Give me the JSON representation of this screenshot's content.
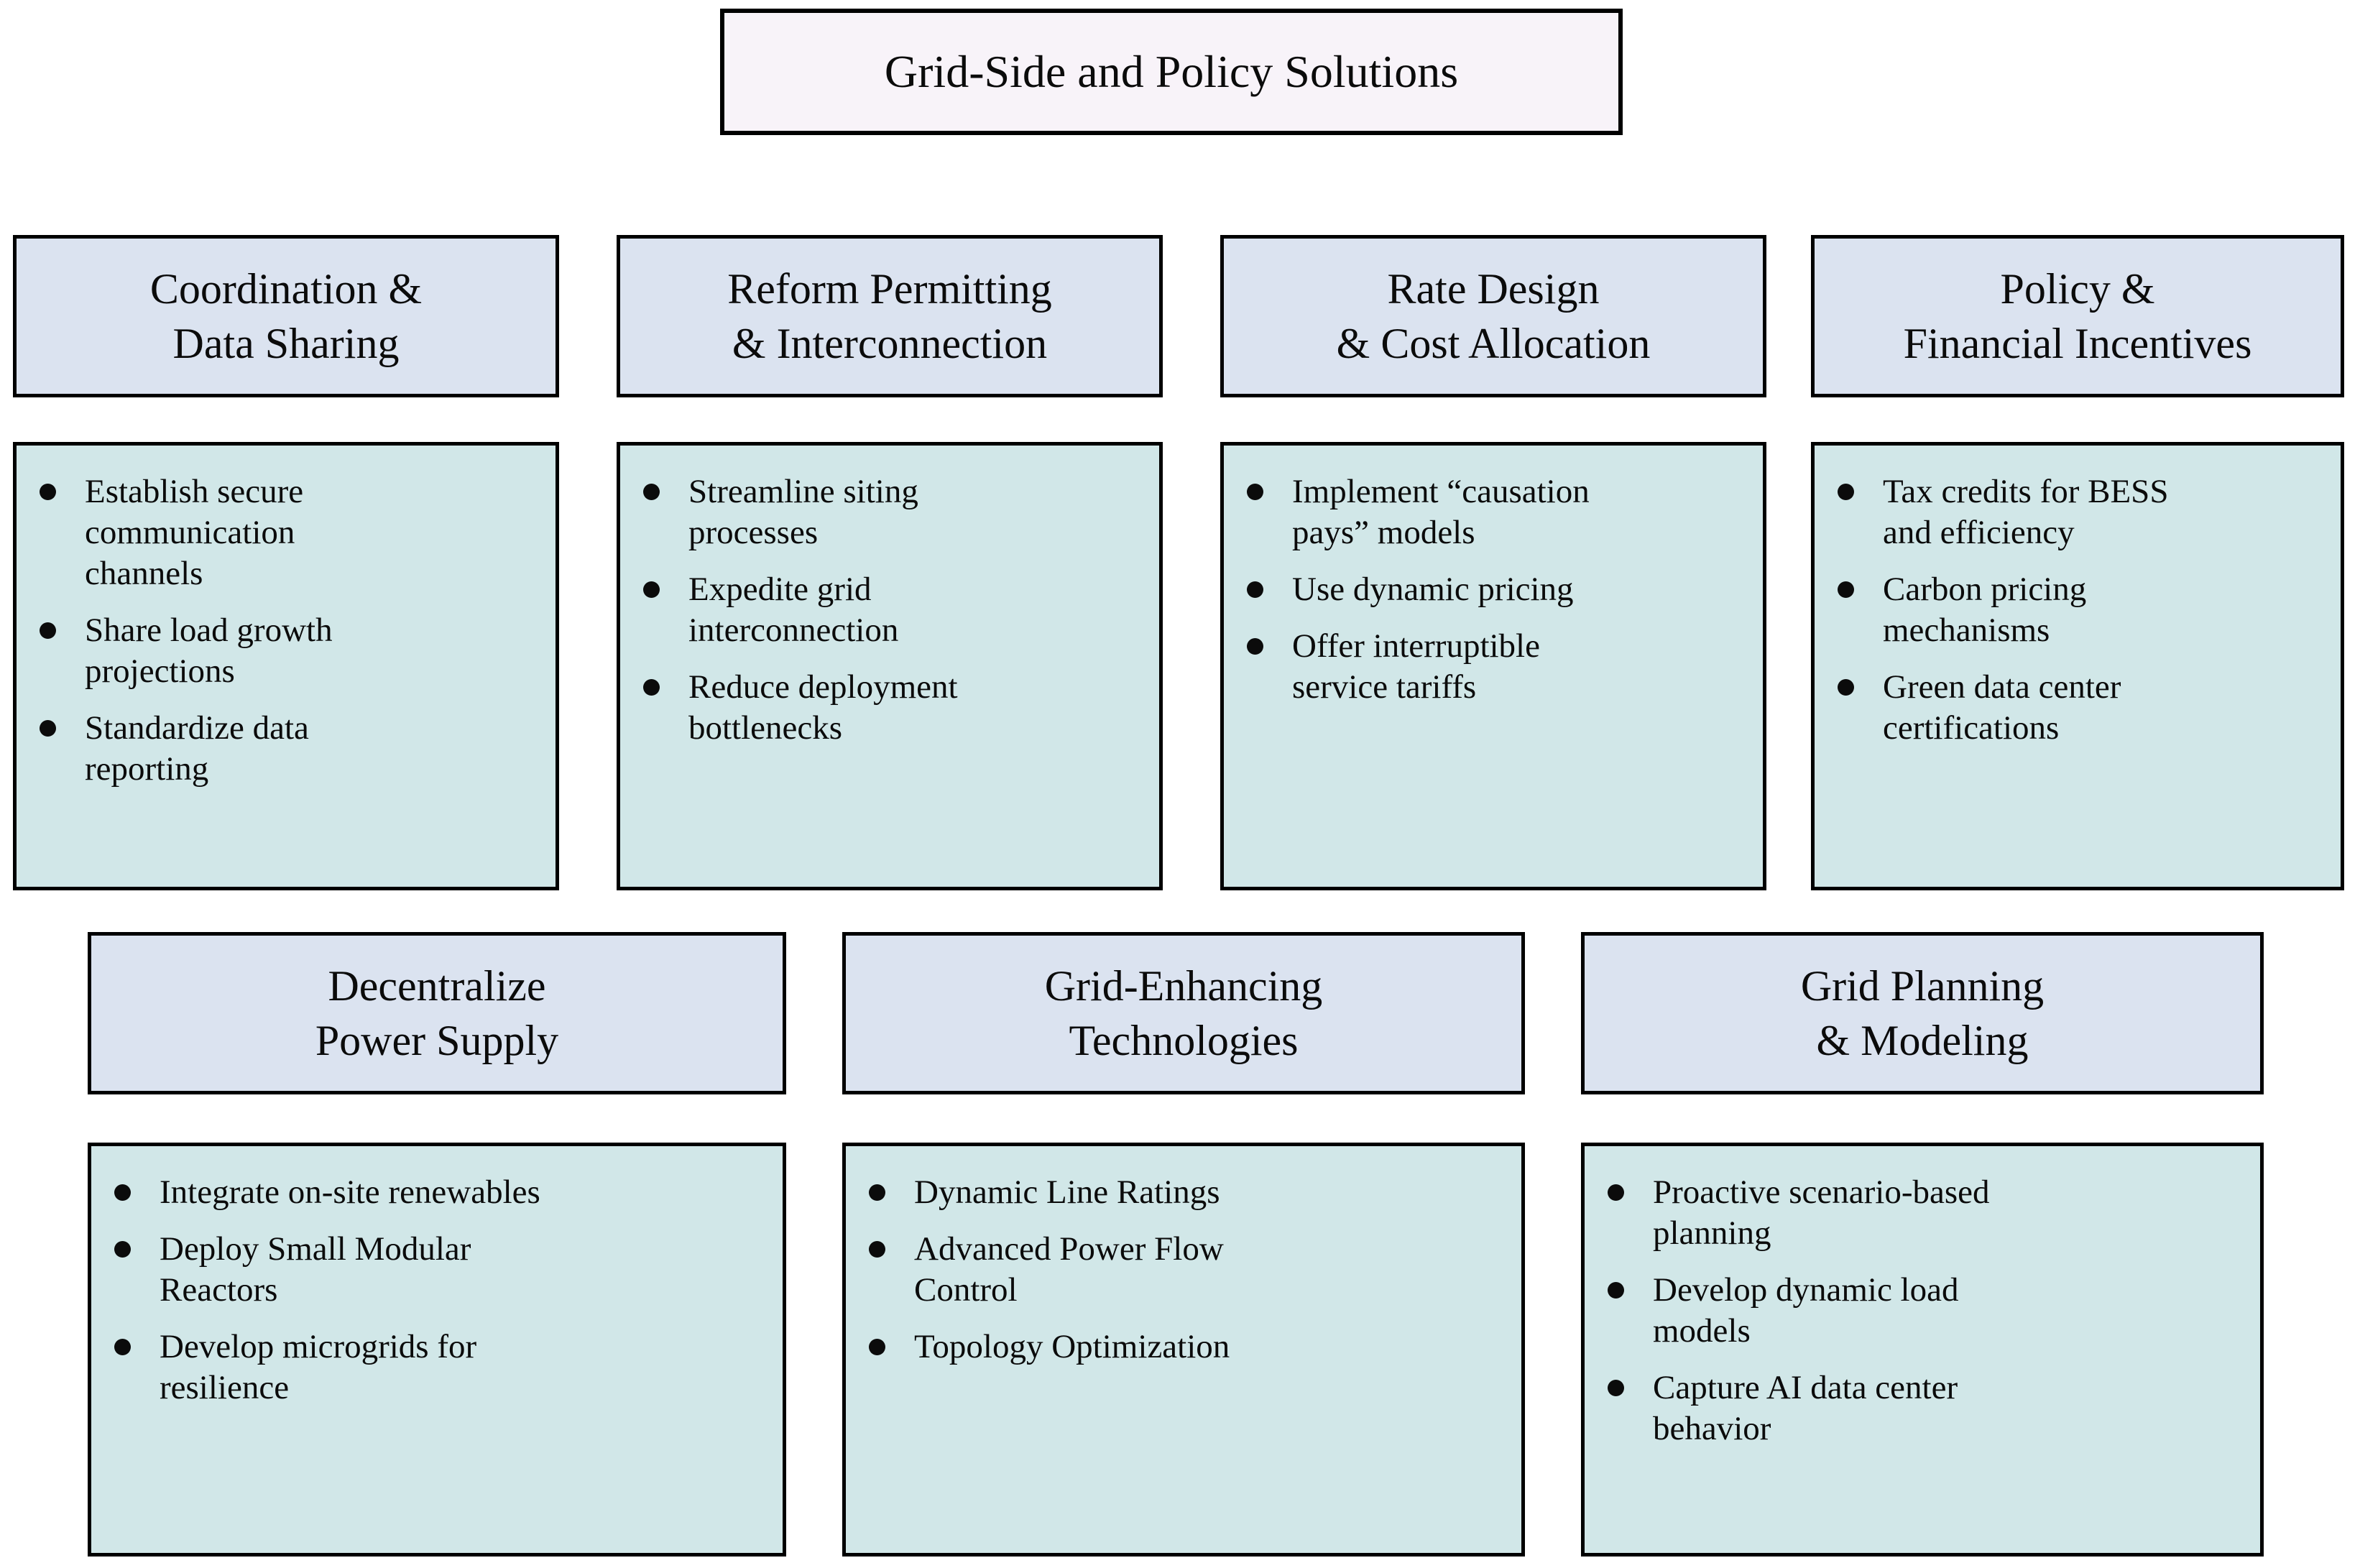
{
  "title": "Grid-Side and Policy Solutions",
  "colors": {
    "title_fill": "#f8f3f9",
    "header_fill": "#dbe3f0",
    "content_fill": "#d1e7e8",
    "border": "#000000",
    "text": "#0b0b0b"
  },
  "top_row": [
    {
      "header": "Coordination &\nData Sharing",
      "bullets": [
        "Establish secure\ncommunication\nchannels",
        "Share load growth\nprojections",
        "Standardize data\nreporting"
      ]
    },
    {
      "header": "Reform Permitting\n& Interconnection",
      "bullets": [
        "Streamline siting\nprocesses",
        "Expedite grid\ninterconnection",
        "Reduce deployment\nbottlenecks"
      ]
    },
    {
      "header": "Rate Design\n& Cost Allocation",
      "bullets": [
        "Implement “causation\npays” models",
        "Use dynamic pricing",
        "Offer interruptible\nservice tariffs"
      ]
    },
    {
      "header": "Policy &\nFinancial Incentives",
      "bullets": [
        "Tax credits for BESS\nand efficiency",
        "Carbon pricing\nmechanisms",
        "Green data center\ncertifications"
      ]
    }
  ],
  "bottom_row": [
    {
      "header": "Decentralize\nPower Supply",
      "bullets": [
        "Integrate on-site renewables",
        "Deploy Small Modular\nReactors",
        "Develop microgrids for\nresilience"
      ]
    },
    {
      "header": "Grid-Enhancing\nTechnologies",
      "bullets": [
        "Dynamic Line Ratings",
        "Advanced Power Flow\nControl",
        "Topology Optimization"
      ]
    },
    {
      "header": "Grid Planning\n& Modeling",
      "bullets": [
        "Proactive scenario-based\nplanning",
        "Develop dynamic load\nmodels",
        "Capture AI data center\nbehavior"
      ]
    }
  ]
}
